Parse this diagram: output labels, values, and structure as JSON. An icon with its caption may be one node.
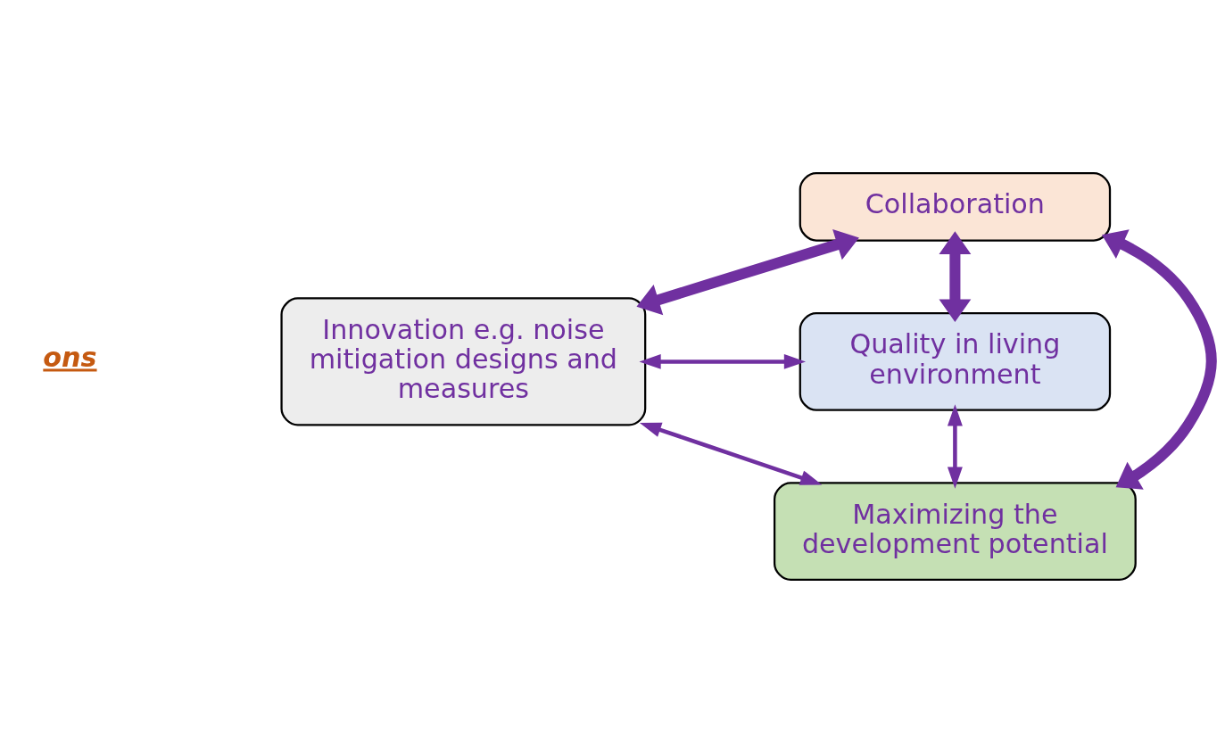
{
  "diagram": {
    "nodes": [
      {
        "text": [
          "Innovation e.g. noise mitigation designs and measures"
        ]
      },
      {
        "text": [
          "Quality in living environment"
        ]
      },
      {
        "text": [
          "Collaboration"
        ]
      },
      {
        "text": [
          "Maximizing the development potential"
        ]
      }
    ],
    "edges": [
      {
        "from": 0,
        "to": 1,
        "arrow": "both"
      },
      {
        "from": 2,
        "to": 0,
        "arrow": "both",
        "style": "thick"
      },
      {
        "from": 2,
        "to": 1,
        "arrow": "both",
        "style": "thick"
      },
      {
        "from": 2,
        "to": 3,
        "arrow": "both",
        "style": "thick"
      },
      {
        "from": 0,
        "to": 3,
        "arrow": "both"
      },
      {
        "from": 1,
        "to": 3,
        "arrow": "both"
      }
    ],
    "labels": [
      "ons"
    ]
  }
}
